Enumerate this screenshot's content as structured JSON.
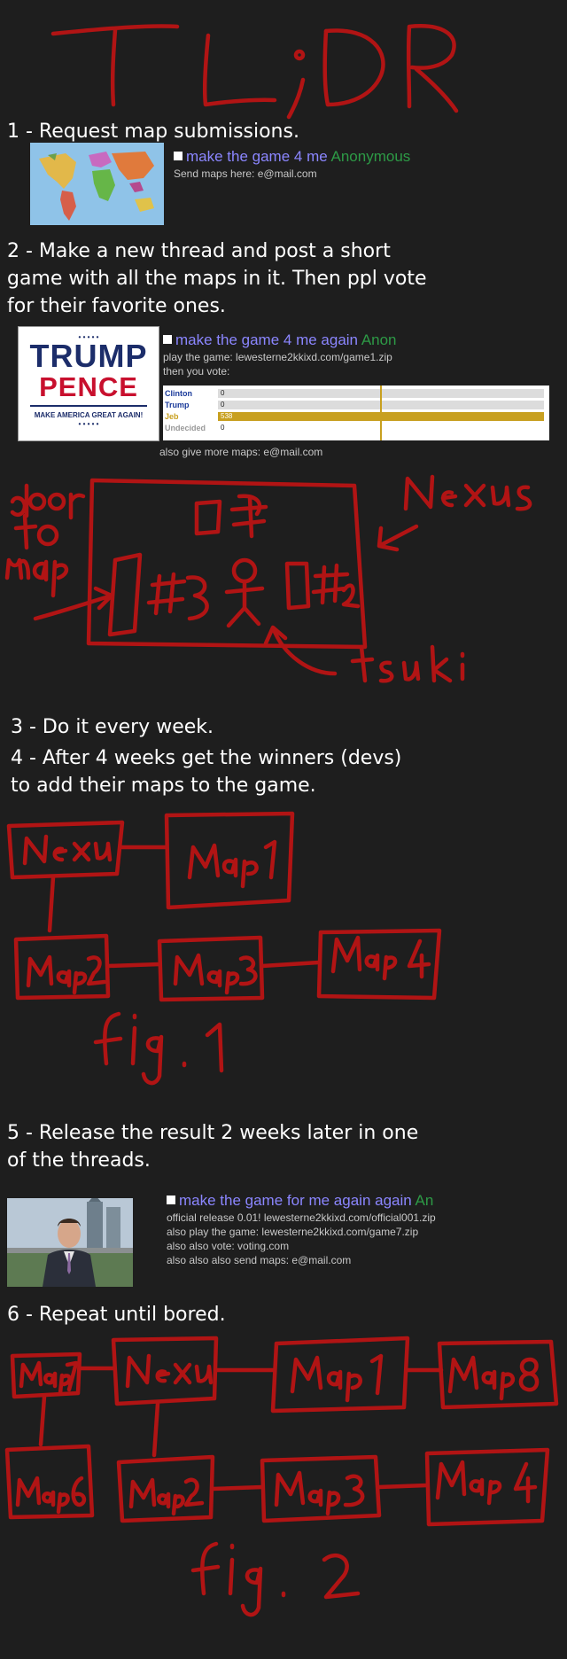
{
  "title": "TL;DR",
  "steps": {
    "s1": "1 - Request map submissions.",
    "s2": "2 - Make a new thread and post a short\ngame with all the maps in it. Then ppl vote\nfor their favorite ones.",
    "s3": "3 - Do it every week.",
    "s4": "4 - After 4 weeks get the winners (devs)\nto add their maps to the game.",
    "s5": "5 - Release the result 2 weeks later in one\nof the threads.",
    "s6": "6 - Repeat until bored."
  },
  "post1": {
    "subject": "make the game 4 me",
    "name": "Anonymous",
    "lines": [
      "Send maps here: e@mail.com"
    ]
  },
  "post2": {
    "subject": "make the game 4 me again",
    "name": "Anon",
    "lines": [
      "play the game: lewesterne2kkixd.com/game1.zip",
      "then you vote:"
    ],
    "footer": "also give more maps: e@mail.com",
    "logo": {
      "top": "TRUMP",
      "bottom": "PENCE",
      "tagline": "MAKE AMERICA GREAT AGAIN!"
    },
    "poll": [
      {
        "name": "Clinton",
        "value": "0",
        "fill": 0
      },
      {
        "name": "Trump",
        "value": "0",
        "fill": 0
      },
      {
        "name": "Jeb",
        "value": "538",
        "fill": 1
      },
      {
        "name": "Undecided",
        "value": "0",
        "fill": 0
      }
    ]
  },
  "post3": {
    "subject": "make the game for me again again",
    "name": "An",
    "lines": [
      "official release 0.01! lewesterne2kkixd.com/official001.zip",
      "also play the game: lewesterne2kkixd.com/game7.zip",
      "also also vote: voting.com",
      "also also also send maps: e@mail.com"
    ]
  },
  "sketch1": {
    "labels": [
      "door to map",
      "Nexus",
      "tsuki",
      "#1",
      "#2",
      "#3"
    ]
  },
  "fig1": {
    "nodes": [
      "Nexus",
      "Map 1",
      "Map 2",
      "Map 3",
      "Map 4"
    ],
    "caption": "fig. 1"
  },
  "fig2": {
    "nodes": [
      "Map 7",
      "Nexus",
      "Map 1",
      "Map 8",
      "Map 6",
      "Map 2",
      "Map 3",
      "Map 4"
    ],
    "caption": "fig. 2"
  },
  "colors": {
    "ink": "#b11414",
    "subject": "#8b86ff",
    "name": "#2d9a46",
    "background": "#1e1e1e"
  }
}
